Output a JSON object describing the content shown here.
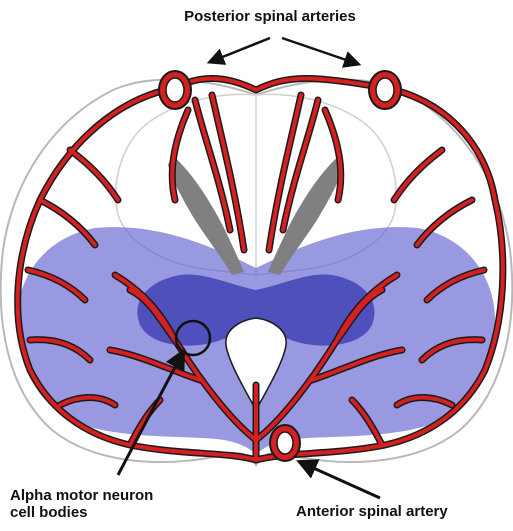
{
  "labels": {
    "posterior": "Posterior spinal arteries",
    "alpha_line1": "Alpha motor neuron",
    "alpha_line2": "cell bodies",
    "anterior": "Anterior spinal artery"
  },
  "colors": {
    "artery_fill": "#d42020",
    "artery_outline": "#1a1a1a",
    "territory_blue": "#5a5ad0",
    "gray_matter_dark": "#3838b0",
    "dorsal_horn_gray": "#808080",
    "cord_outline": "#b8b8b8",
    "text": "#111111"
  }
}
